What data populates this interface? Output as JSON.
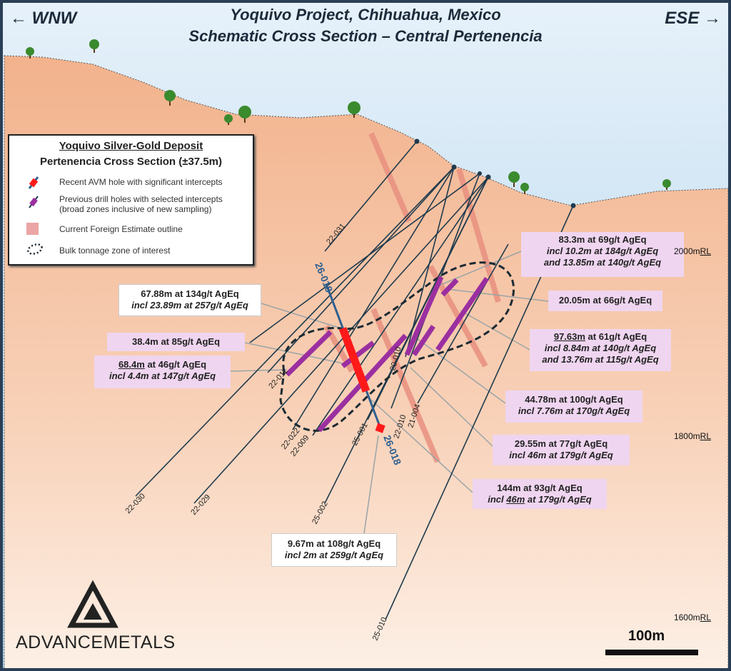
{
  "title": {
    "line1": "Yoquivo Project, Chihuahua, Mexico",
    "line2": "Schematic Cross Section – Central Pertenencia"
  },
  "directions": {
    "west": "← WNW",
    "east": "ESE →"
  },
  "legend": {
    "title": "Yoquivo Silver-Gold Deposit",
    "subtitle": "Pertenencia Cross Section (±37.5m)",
    "items": [
      {
        "label": "Recent AVM hole with significant intercepts",
        "icon": "red-intercept-icon"
      },
      {
        "label": "Previous drill holes with selected intercepts",
        "label2": "(broad zones inclusive of new sampling)",
        "icon": "purple-intercept-icon"
      },
      {
        "label": "Current Foreign Estimate outline",
        "icon": "pink-square-icon"
      },
      {
        "label": "Bulk tonnage zone of interest",
        "icon": "dotted-ellipse-icon"
      }
    ]
  },
  "holes": {
    "h22_031": "22-031",
    "h26_018_top": "26-018",
    "h26_018_bottom": "26-018",
    "h22_011": "22-011",
    "h20_010": "20-010",
    "h22_022": "22-022",
    "h22_009": "22-009",
    "h25_001": "25-001",
    "h22_010": "22-010",
    "h21_004": "21-004",
    "h22_030": "22-030",
    "h22_029": "22-029",
    "h25_002": "25-002",
    "h25_010": "25-010"
  },
  "intercepts": {
    "b1": {
      "l1": "83.3m at 69g/t AgEq",
      "l2": "incl 10.2m at 184g/t AgEq",
      "l3": "and 13.85m at 140g/t AgEq"
    },
    "b2": {
      "l1": "20.05m at 66g/t AgEq"
    },
    "b3": {
      "l1u": "97.63m",
      "l1": " at 61g/t AgEq",
      "l2": "incl 8.84m at 140g/t AgEq",
      "l3": "and 13.76m at 115g/t AgEq"
    },
    "b4": {
      "l1": "44.78m at 100g/t AgEq",
      "l2": "incl 7.76m at 170g/t AgEq"
    },
    "b5": {
      "l1": "29.55m at 77g/t AgEq",
      "l2": "incl 46m at 179g/t AgEq"
    },
    "b6": {
      "l1": "144m at 93g/t AgEq",
      "l2a": "incl ",
      "l2u": "46m",
      "l2b": " at 179g/t AgEq"
    },
    "b7": {
      "l1": "9.67m at 108g/t AgEq",
      "l2": "incl 2m at 259g/t AgEq"
    },
    "b8": {
      "l1": "67.88m at 134g/t AgEq",
      "l2": "incl 23.89m at 257g/t AgEq"
    },
    "b9": {
      "l1": "38.4m at 85g/t AgEq"
    },
    "b10": {
      "l1u": "68.4m",
      "l1": " at 46g/t AgEq",
      "l2": "incl 4.4m at 147g/t AgEq"
    }
  },
  "elevations": {
    "e2000": "2000m",
    "e1800": "1800m",
    "e1600": "1600m",
    "suffix": "RL"
  },
  "scale_bar": "100m",
  "logo": {
    "text": "ADVANCEMETALS"
  },
  "colors": {
    "sky": "#bcd9ee",
    "ground": "#f3b893",
    "hole": "#1f3b4d",
    "avm": "#ff1a1a",
    "previous": "#9b2fa0",
    "estimate": "#e99080",
    "label_bg": "#efd5ef"
  }
}
